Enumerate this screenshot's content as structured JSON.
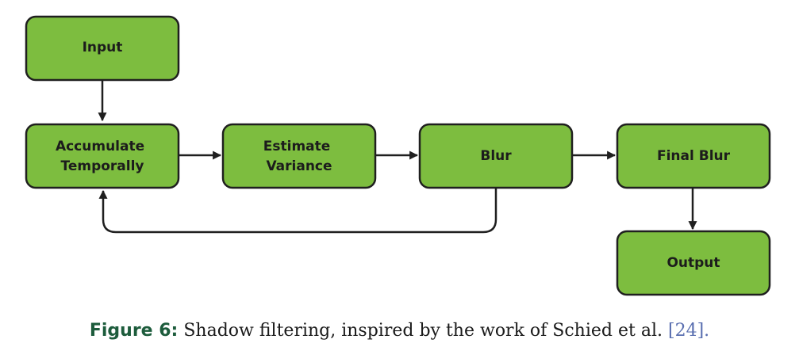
{
  "diagram": {
    "colors": {
      "node_fill": "#7dbd3f",
      "node_stroke": "#1f1f1f",
      "edge": "#1f1f1f"
    },
    "nodes": {
      "input": {
        "lines": [
          "Input"
        ]
      },
      "accumulate": {
        "lines": [
          "Accumulate",
          "Temporally"
        ]
      },
      "estimate": {
        "lines": [
          "Estimate",
          "Variance"
        ]
      },
      "blur": {
        "lines": [
          "Blur"
        ]
      },
      "final_blur": {
        "lines": [
          "Final Blur"
        ]
      },
      "output": {
        "lines": [
          "Output"
        ]
      }
    },
    "edges": [
      {
        "from": "input",
        "to": "accumulate"
      },
      {
        "from": "accumulate",
        "to": "estimate"
      },
      {
        "from": "estimate",
        "to": "blur"
      },
      {
        "from": "blur",
        "to": "final_blur"
      },
      {
        "from": "final_blur",
        "to": "output"
      },
      {
        "from": "blur",
        "to": "accumulate"
      }
    ]
  },
  "caption": {
    "label": "Figure 6:",
    "text": "Shadow filtering, inspired by the work of Schied et al.",
    "ref_open": "[",
    "ref": "24",
    "ref_close": "]."
  }
}
